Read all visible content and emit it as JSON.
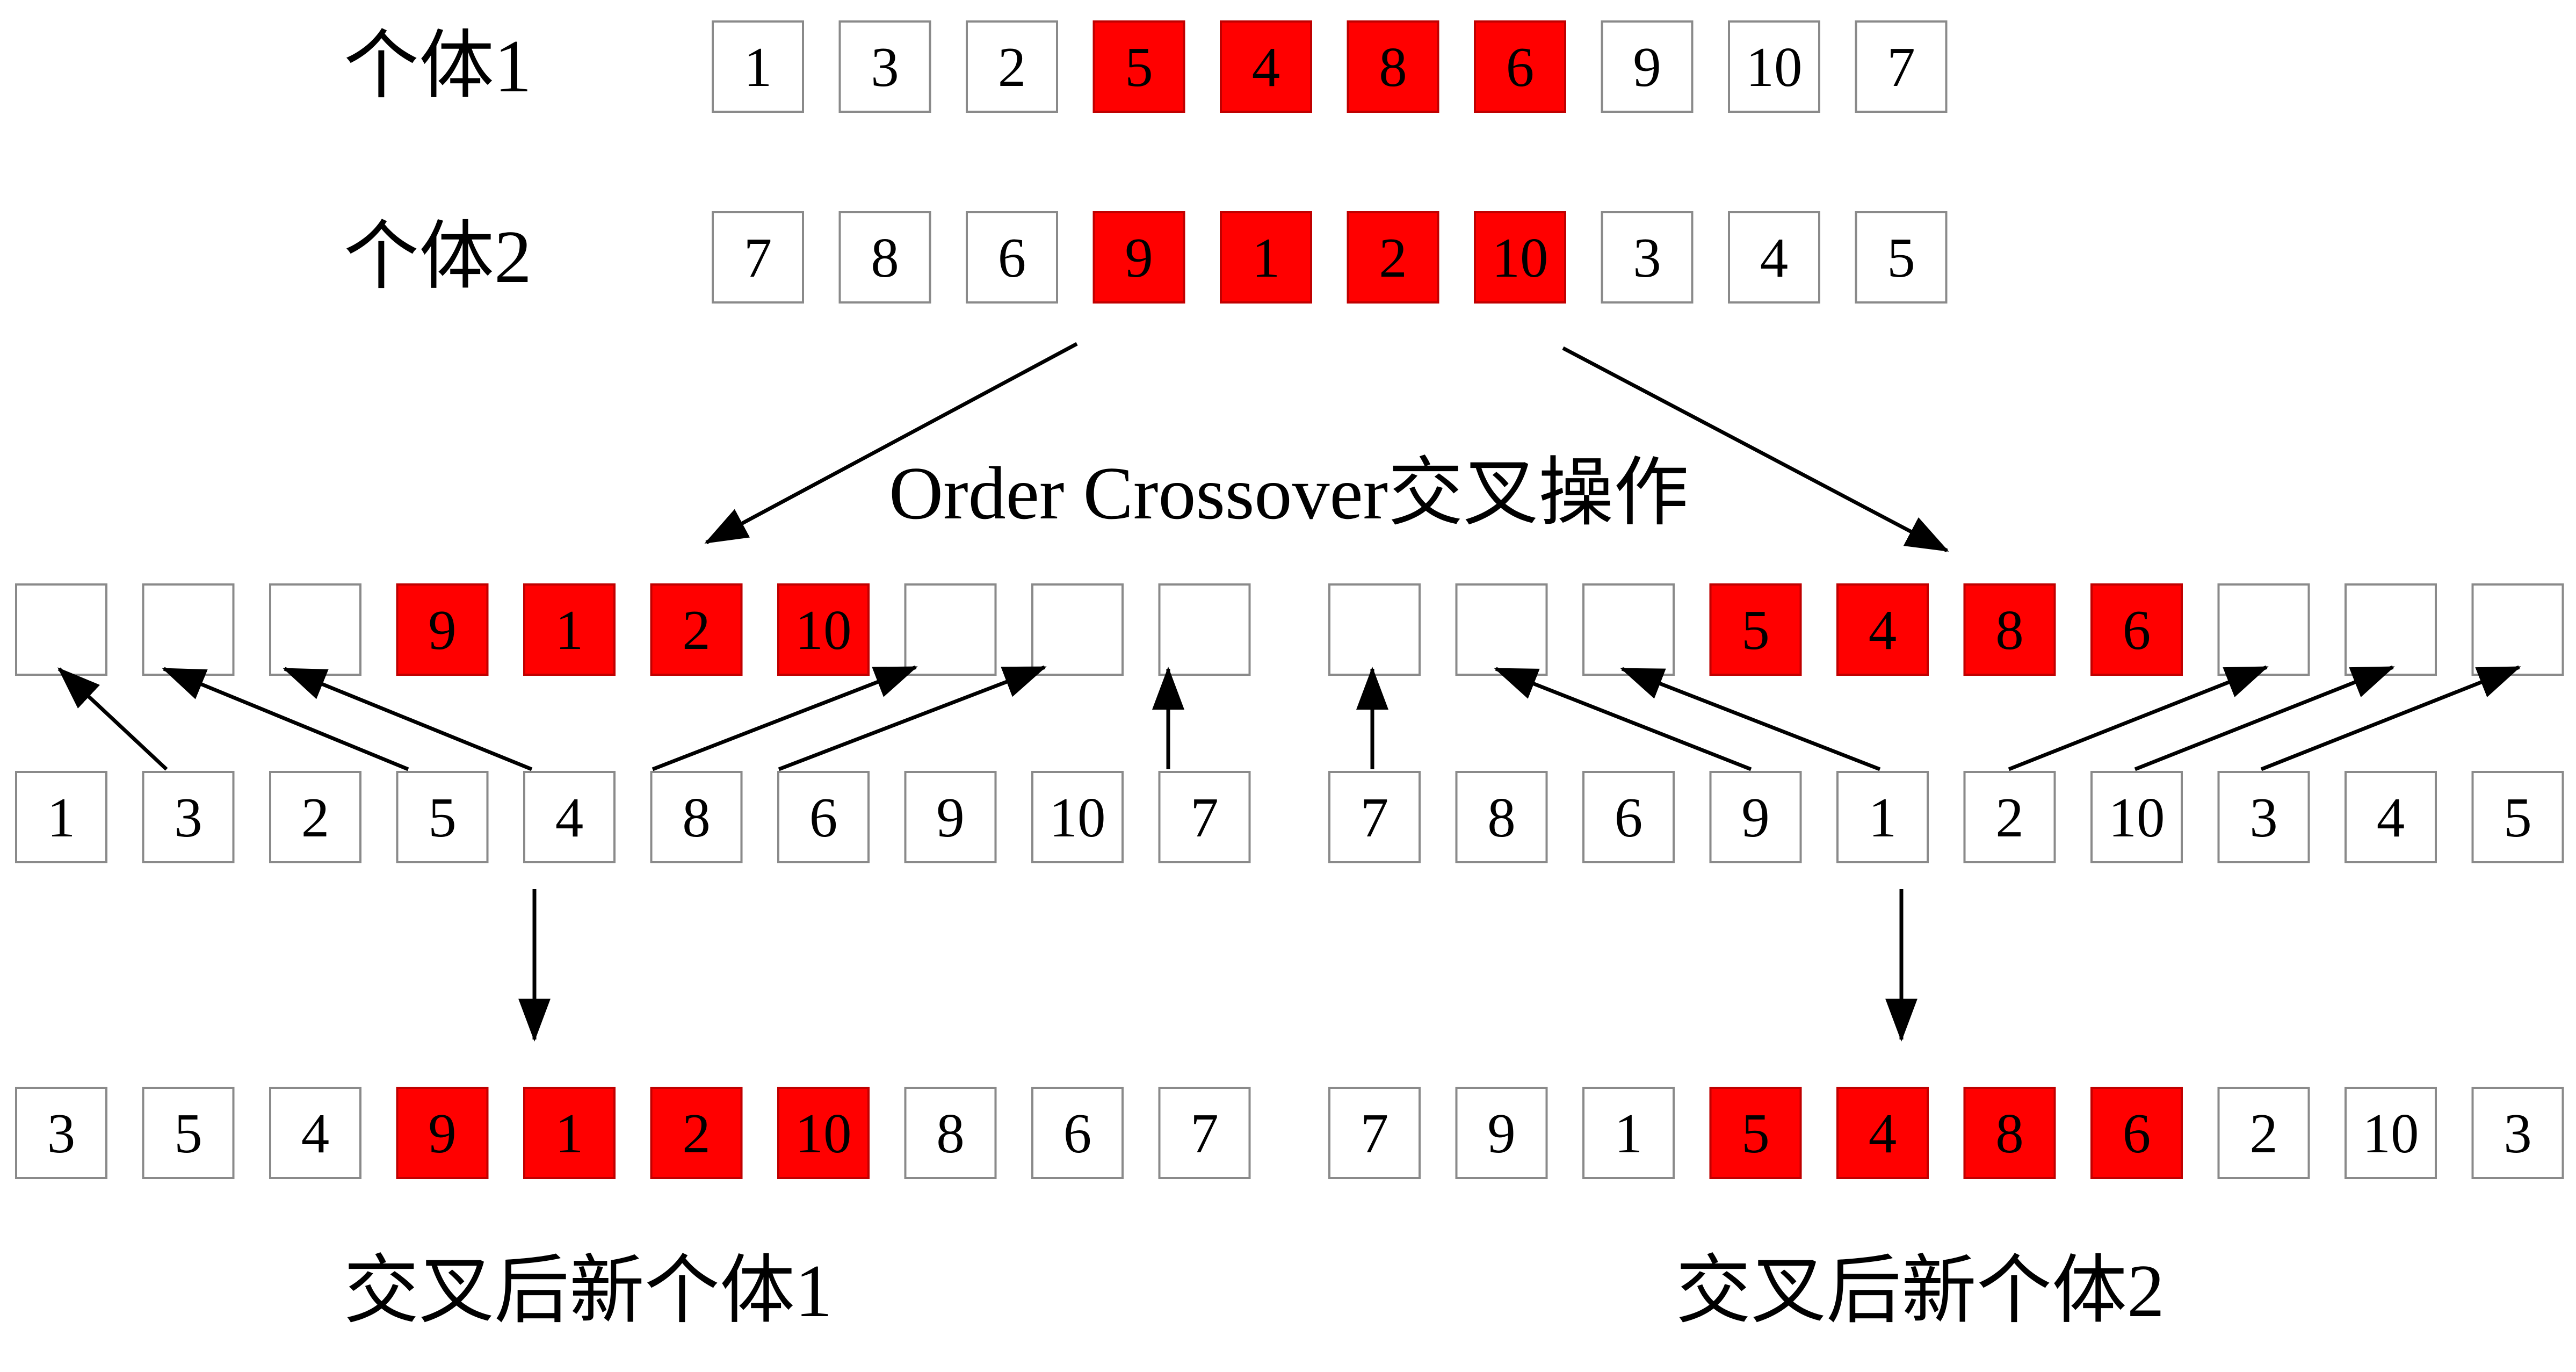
{
  "labels": {
    "parent1": "个体1",
    "parent2": "个体2",
    "operation": "Order Crossover交叉操作",
    "child1": "交叉后新个体1",
    "child2": "交叉后新个体2"
  },
  "colors": {
    "highlight": "#ff0000",
    "box_border": "#8a8a8a",
    "arrow": "#000000"
  },
  "rows": {
    "parent1": {
      "values": [
        "1",
        "3",
        "2",
        "5",
        "4",
        "8",
        "6",
        "9",
        "10",
        "7"
      ],
      "highlight": [
        3,
        4,
        5,
        6
      ]
    },
    "parent2": {
      "values": [
        "7",
        "8",
        "6",
        "9",
        "1",
        "2",
        "10",
        "3",
        "4",
        "5"
      ],
      "highlight": [
        3,
        4,
        5,
        6
      ]
    },
    "left_template": {
      "values": [
        "",
        "",
        "",
        "9",
        "1",
        "2",
        "10",
        "",
        "",
        ""
      ],
      "highlight": [
        3,
        4,
        5,
        6
      ]
    },
    "right_template": {
      "values": [
        "",
        "",
        "",
        "5",
        "4",
        "8",
        "6",
        "",
        "",
        ""
      ],
      "highlight": [
        3,
        4,
        5,
        6
      ]
    },
    "left_source": {
      "values": [
        "1",
        "3",
        "2",
        "5",
        "4",
        "8",
        "6",
        "9",
        "10",
        "7"
      ],
      "highlight": []
    },
    "right_source": {
      "values": [
        "7",
        "8",
        "6",
        "9",
        "1",
        "2",
        "10",
        "3",
        "4",
        "5"
      ],
      "highlight": []
    },
    "child1": {
      "values": [
        "3",
        "5",
        "4",
        "9",
        "1",
        "2",
        "10",
        "8",
        "6",
        "7"
      ],
      "highlight": [
        3,
        4,
        5,
        6
      ]
    },
    "child2": {
      "values": [
        "7",
        "9",
        "1",
        "5",
        "4",
        "8",
        "6",
        "2",
        "10",
        "3"
      ],
      "highlight": [
        3,
        4,
        5,
        6
      ]
    }
  }
}
